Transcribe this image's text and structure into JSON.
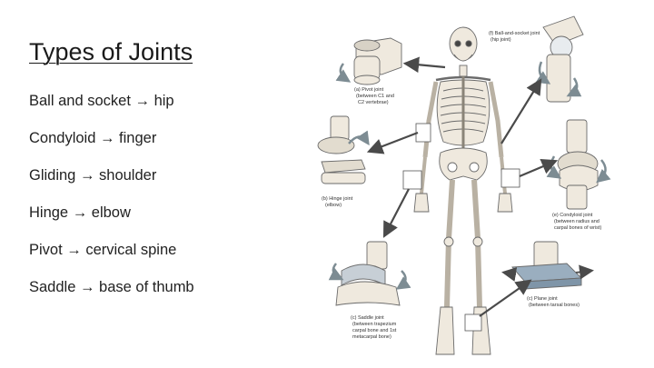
{
  "slide": {
    "title": "Types of Joints",
    "bullets": [
      {
        "label": "Ball and socket → hip"
      },
      {
        "label": "Condyloid → finger"
      },
      {
        "label": "Gliding → shoulder"
      },
      {
        "label": "Hinge → elbow"
      },
      {
        "label": "Pivot → cervical spine"
      },
      {
        "label": "Saddle → base of thumb"
      }
    ]
  },
  "figure": {
    "captions": {
      "pivot": [
        "(a) Pivot joint",
        "(between C1 and",
        "C2 vertebrae)"
      ],
      "ball": [
        "(f) Ball-and-socket joint",
        "(hip joint)"
      ],
      "hinge": [
        "(b) Hinge joint",
        "(elbow)"
      ],
      "condyloid": [
        "(e) Condyloid joint",
        "(between radius and",
        "carpal bones of wrist)"
      ],
      "saddle": [
        "(c) Saddle joint",
        "(between trapezium",
        "carpal bone and 1st",
        "metacarpal bone)"
      ],
      "plane": [
        "(c) Plane joint",
        "(between tarsal bones)"
      ]
    },
    "colors": {
      "bone": "#efe9de",
      "outline": "#6b6b6b",
      "arrow": "#4a4a4a",
      "rotation_arrow": "#7d8c93",
      "plane_plate": "#9aaebf"
    }
  }
}
